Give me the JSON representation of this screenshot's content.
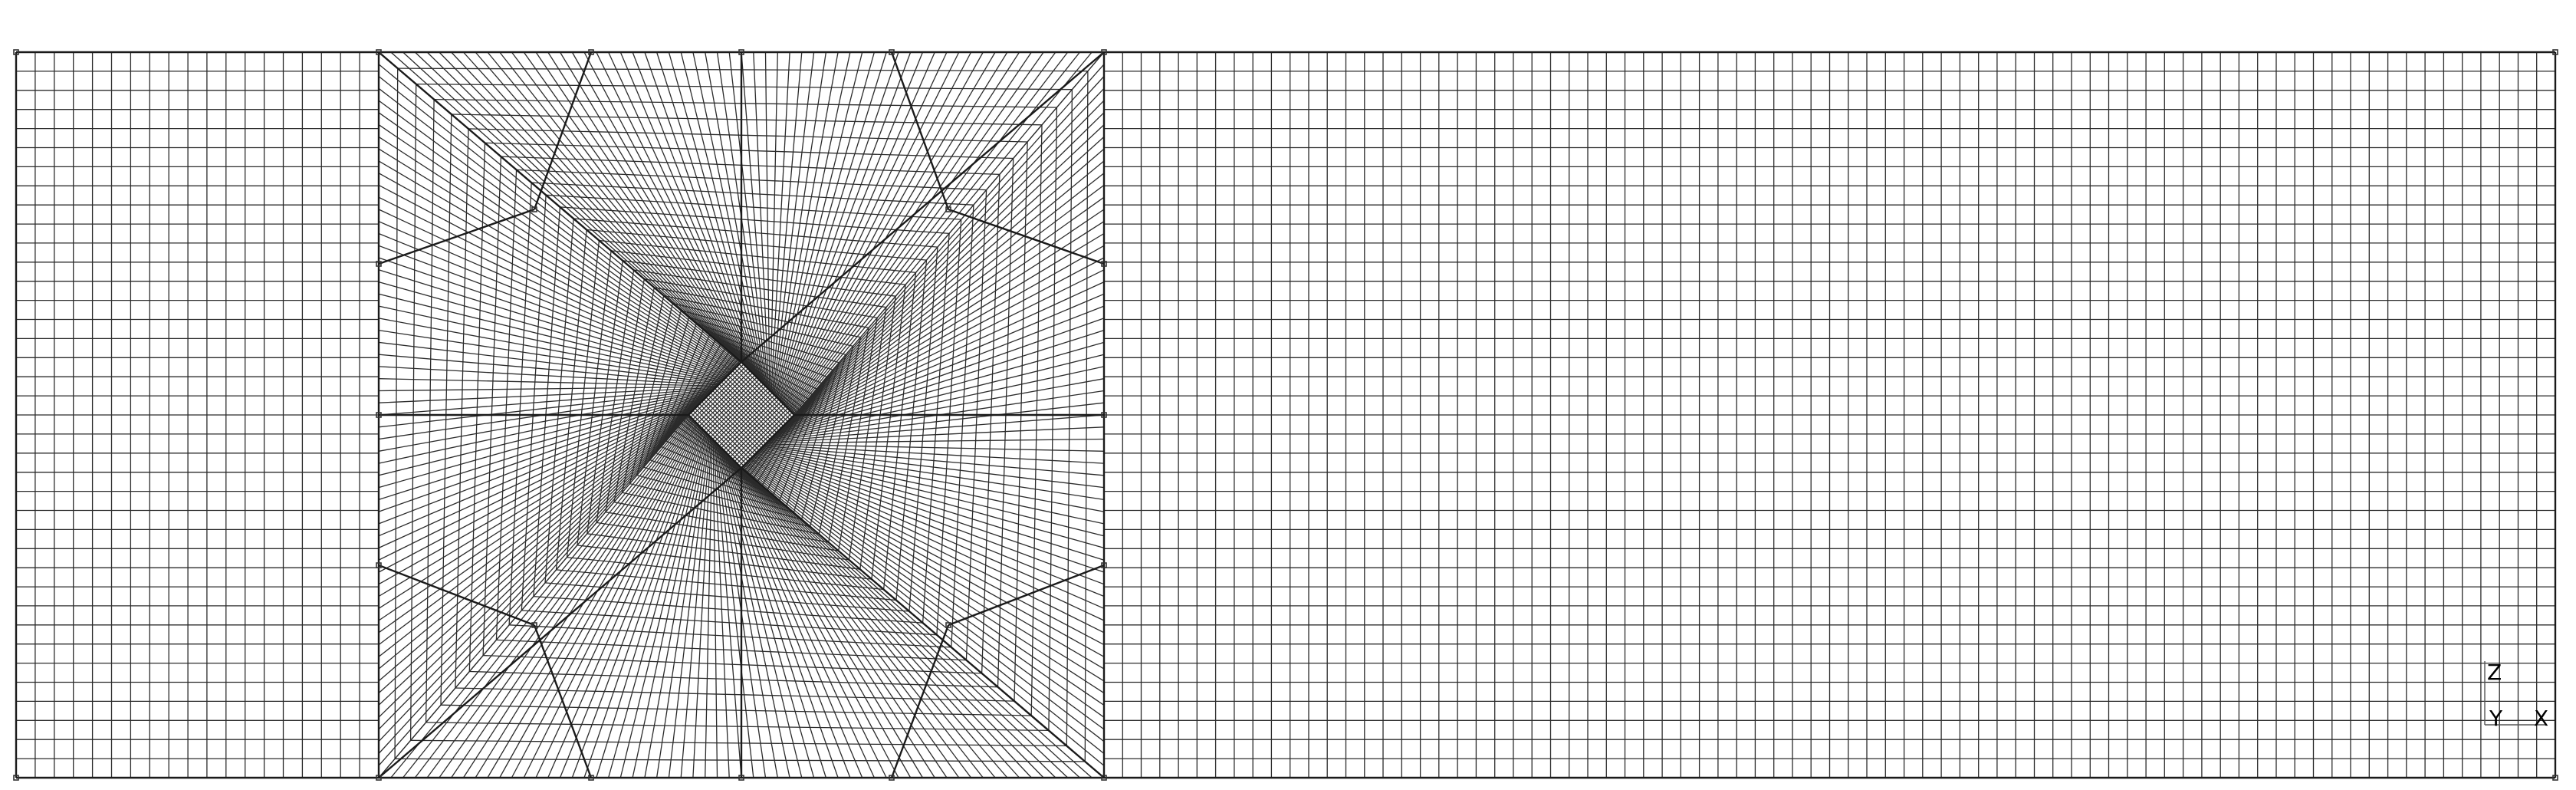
{
  "viewport": {
    "background": "#ffffff",
    "mesh_color": "#2b2b2b"
  },
  "axes_triad": {
    "vertical_label": "Z",
    "depth_label": "Y",
    "horizontal_label": "X"
  }
}
